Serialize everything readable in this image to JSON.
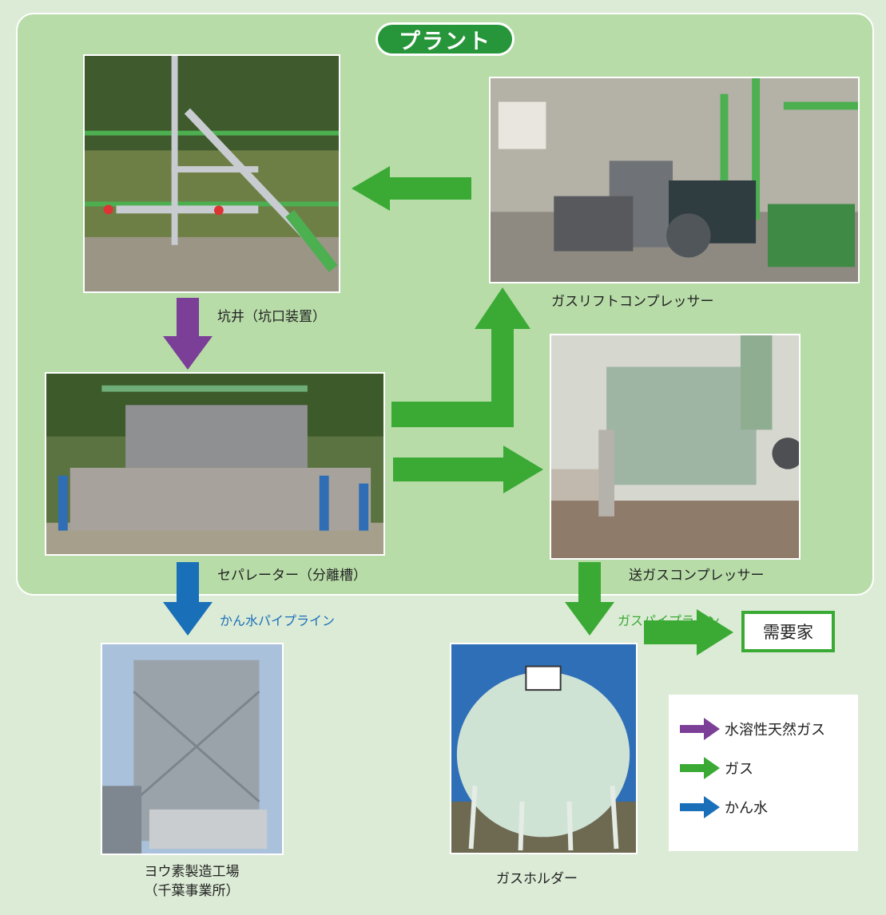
{
  "plant": {
    "badge": "プラント"
  },
  "photos": {
    "wellhead": {
      "icon": "wellhead-photo"
    },
    "gaslift": {
      "icon": "compressor-room-photo"
    },
    "separator": {
      "icon": "separator-tank-photo"
    },
    "send_compressor": {
      "icon": "compressor-photo"
    },
    "iodine": {
      "icon": "factory-tower-photo"
    },
    "holder": {
      "icon": "gas-holder-sphere-photo"
    }
  },
  "captions": {
    "wellhead": "坑井（坑口装置）",
    "gaslift": "ガスリフトコンプレッサー",
    "separator": "セパレーター（分離槽）",
    "send_compressor": "送ガスコンプレッサー",
    "iodine_line1": "ヨウ素製造工場",
    "iodine_line2": "（千葉事業所）",
    "holder": "ガスホルダー"
  },
  "pipelines": {
    "brine": "かん水パイプライン",
    "gas": "ガスパイプライン"
  },
  "demand": "需要家",
  "legend": [
    {
      "label": "水溶性天然ガス",
      "color": "#7b3f98"
    },
    {
      "label": "ガス",
      "color": "#3aaa35"
    },
    {
      "label": "かん水",
      "color": "#1a70b8"
    }
  ],
  "colors": {
    "gas": "#3aaa35",
    "natural_gas": "#7b3f98",
    "brine": "#1a70b8",
    "gas_label": "#3aaa35",
    "brine_label": "#1a70b8"
  }
}
